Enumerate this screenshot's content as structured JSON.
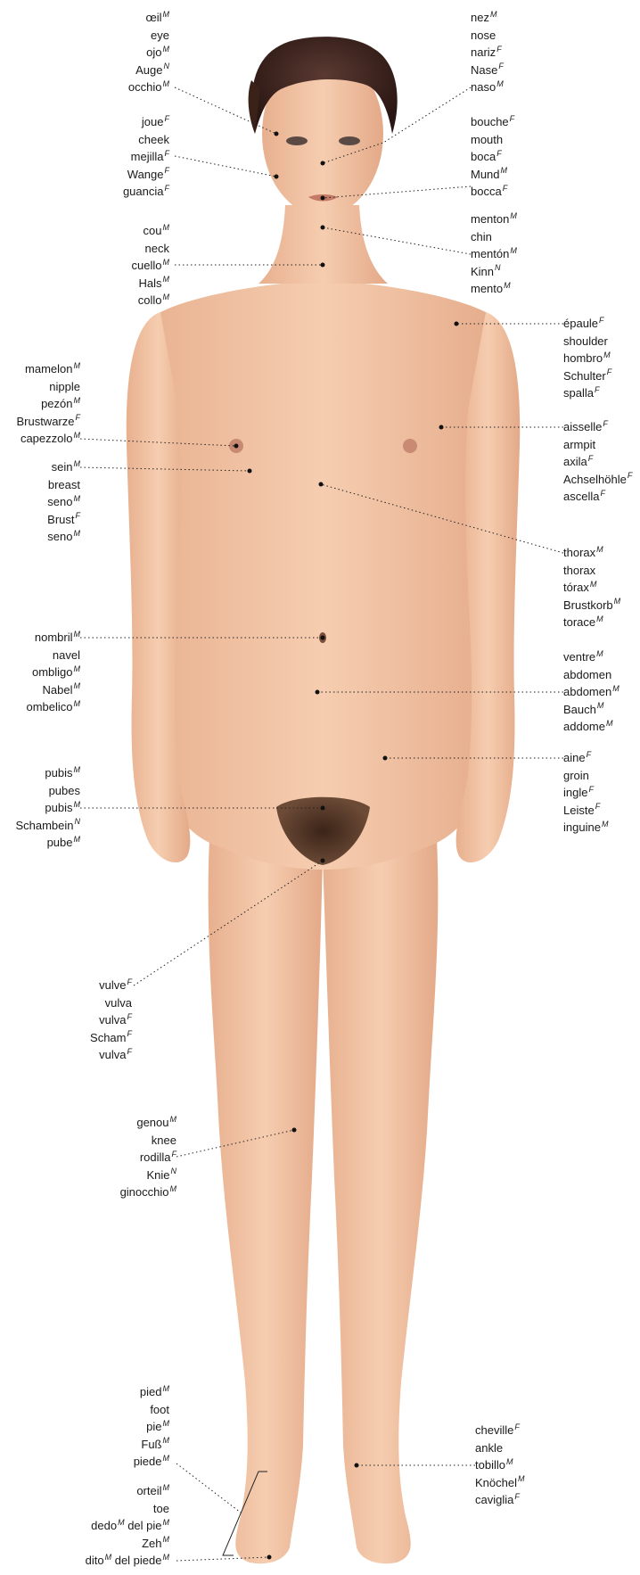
{
  "labels": [
    {
      "id": "eye",
      "terms": [
        {
          "word": "œil",
          "g": "M"
        },
        {
          "word": "eye",
          "g": ""
        },
        {
          "word": "ojo",
          "g": "M"
        },
        {
          "word": "Auge",
          "g": "N"
        },
        {
          "word": "occhio",
          "g": "M"
        }
      ]
    },
    {
      "id": "nose",
      "terms": [
        {
          "word": "nez",
          "g": "M"
        },
        {
          "word": "nose",
          "g": ""
        },
        {
          "word": "nariz",
          "g": "F"
        },
        {
          "word": "Nase",
          "g": "F"
        },
        {
          "word": "naso",
          "g": "M"
        }
      ]
    },
    {
      "id": "cheek",
      "terms": [
        {
          "word": "joue",
          "g": "F"
        },
        {
          "word": "cheek",
          "g": ""
        },
        {
          "word": "mejilla",
          "g": "F"
        },
        {
          "word": "Wange",
          "g": "F"
        },
        {
          "word": "guancia",
          "g": "F"
        }
      ]
    },
    {
      "id": "mouth",
      "terms": [
        {
          "word": "bouche",
          "g": "F"
        },
        {
          "word": "mouth",
          "g": ""
        },
        {
          "word": "boca",
          "g": "F"
        },
        {
          "word": "Mund",
          "g": "M"
        },
        {
          "word": "bocca",
          "g": "F"
        }
      ]
    },
    {
      "id": "neck",
      "terms": [
        {
          "word": "cou",
          "g": "M"
        },
        {
          "word": "neck",
          "g": ""
        },
        {
          "word": "cuello",
          "g": "M"
        },
        {
          "word": "Hals",
          "g": "M"
        },
        {
          "word": "collo",
          "g": "M"
        }
      ]
    },
    {
      "id": "chin",
      "terms": [
        {
          "word": "menton",
          "g": "M"
        },
        {
          "word": "chin",
          "g": ""
        },
        {
          "word": "mentón",
          "g": "M"
        },
        {
          "word": "Kinn",
          "g": "N"
        },
        {
          "word": "mento",
          "g": "M"
        }
      ]
    },
    {
      "id": "shoulder",
      "terms": [
        {
          "word": "épaule",
          "g": "F"
        },
        {
          "word": "shoulder",
          "g": ""
        },
        {
          "word": "hombro",
          "g": "M"
        },
        {
          "word": "Schulter",
          "g": "F"
        },
        {
          "word": "spalla",
          "g": "F"
        }
      ]
    },
    {
      "id": "nipple",
      "terms": [
        {
          "word": "mamelon",
          "g": "M"
        },
        {
          "word": "nipple",
          "g": ""
        },
        {
          "word": "pezón",
          "g": "M"
        },
        {
          "word": "Brustwarze",
          "g": "F"
        },
        {
          "word": "capezzolo",
          "g": "M"
        }
      ]
    },
    {
      "id": "armpit",
      "terms": [
        {
          "word": "aisselle",
          "g": "F"
        },
        {
          "word": "armpit",
          "g": ""
        },
        {
          "word": "axila",
          "g": "F"
        },
        {
          "word": "Achselhöhle",
          "g": "F"
        },
        {
          "word": "ascella",
          "g": "F"
        }
      ]
    },
    {
      "id": "breast",
      "terms": [
        {
          "word": "sein",
          "g": "M"
        },
        {
          "word": "breast",
          "g": ""
        },
        {
          "word": "seno",
          "g": "M"
        },
        {
          "word": "Brust",
          "g": "F"
        },
        {
          "word": "seno",
          "g": "M"
        }
      ]
    },
    {
      "id": "thorax",
      "terms": [
        {
          "word": "thorax",
          "g": "M"
        },
        {
          "word": "thorax",
          "g": ""
        },
        {
          "word": "tórax",
          "g": "M"
        },
        {
          "word": "Brustkorb",
          "g": "M"
        },
        {
          "word": "torace",
          "g": "M"
        }
      ]
    },
    {
      "id": "navel",
      "terms": [
        {
          "word": "nombril",
          "g": "M"
        },
        {
          "word": "navel",
          "g": ""
        },
        {
          "word": "ombligo",
          "g": "M"
        },
        {
          "word": "Nabel",
          "g": "M"
        },
        {
          "word": "ombelico",
          "g": "M"
        }
      ]
    },
    {
      "id": "abdomen",
      "terms": [
        {
          "word": "ventre",
          "g": "M"
        },
        {
          "word": "abdomen",
          "g": ""
        },
        {
          "word": "abdomen",
          "g": "M"
        },
        {
          "word": "Bauch",
          "g": "M"
        },
        {
          "word": "addome",
          "g": "M"
        }
      ]
    },
    {
      "id": "groin",
      "terms": [
        {
          "word": "aine",
          "g": "F"
        },
        {
          "word": "groin",
          "g": ""
        },
        {
          "word": "ingle",
          "g": "F"
        },
        {
          "word": "Leiste",
          "g": "F"
        },
        {
          "word": "inguine",
          "g": "M"
        }
      ]
    },
    {
      "id": "pubis",
      "terms": [
        {
          "word": "pubis",
          "g": "M"
        },
        {
          "word": "pubes",
          "g": ""
        },
        {
          "word": "pubis",
          "g": "M"
        },
        {
          "word": "Schambein",
          "g": "N"
        },
        {
          "word": "pube",
          "g": "M"
        }
      ]
    },
    {
      "id": "vulva",
      "terms": [
        {
          "word": "vulve",
          "g": "F"
        },
        {
          "word": "vulva",
          "g": ""
        },
        {
          "word": "vulva",
          "g": "F"
        },
        {
          "word": "Scham",
          "g": "F"
        },
        {
          "word": "vulva",
          "g": "F"
        }
      ]
    },
    {
      "id": "knee",
      "terms": [
        {
          "word": "genou",
          "g": "M"
        },
        {
          "word": "knee",
          "g": ""
        },
        {
          "word": "rodilla",
          "g": "F"
        },
        {
          "word": "Knie",
          "g": "N"
        },
        {
          "word": "ginocchio",
          "g": "M"
        }
      ]
    },
    {
      "id": "foot",
      "terms": [
        {
          "word": "pied",
          "g": "M"
        },
        {
          "word": "foot",
          "g": ""
        },
        {
          "word": "pie",
          "g": "M"
        },
        {
          "word": "Fuß",
          "g": "M"
        },
        {
          "word": "piede",
          "g": "M"
        }
      ]
    },
    {
      "id": "ankle",
      "terms": [
        {
          "word": "cheville",
          "g": "F"
        },
        {
          "word": "ankle",
          "g": ""
        },
        {
          "word": "tobillo",
          "g": "M"
        },
        {
          "word": "Knöchel",
          "g": "M"
        },
        {
          "word": "caviglia",
          "g": "F"
        }
      ]
    },
    {
      "id": "toe",
      "terms": [
        {
          "word": "orteil",
          "g": "M"
        },
        {
          "word": "toe",
          "g": ""
        },
        {
          "word": "dedo",
          "g": "M",
          "suffix": " del pie",
          "g2": "M"
        },
        {
          "word": "Zeh",
          "g": "M"
        },
        {
          "word": "dito",
          "g": "M",
          "suffix": " del piede",
          "g2": "M"
        }
      ]
    }
  ]
}
